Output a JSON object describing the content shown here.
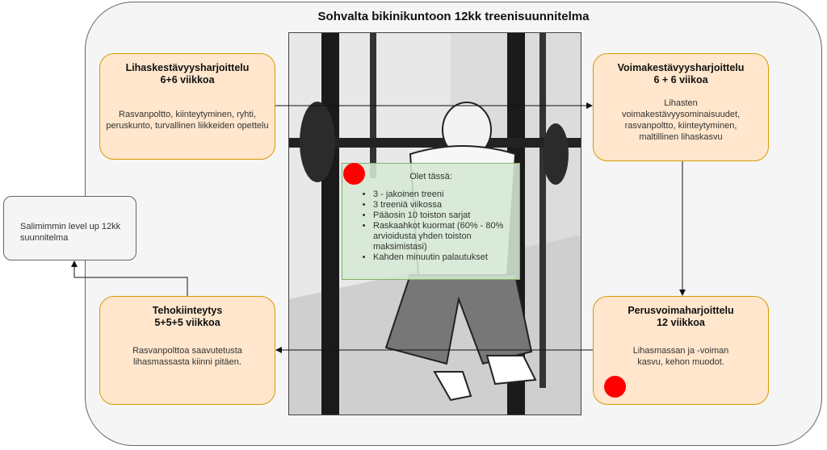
{
  "title": "Sohvalta bikinikuntoon 12kk treenisuunnitelma",
  "boxes": {
    "top_left": {
      "title": "Lihaskestävyysharjoittelu",
      "subtitle": "6+6 viikkoa",
      "body": "Rasvanpoltto, kiinteytyminen, ryhti, peruskunto, turvallinen liikkeiden opettelu"
    },
    "top_right": {
      "title": "Voimakestävyysharjoittelu",
      "subtitle": "6 + 6 viikoa",
      "body": "Lihasten voimakestävyysominaisuudet, rasvanpoltto, kiinteytyminen, maltillinen lihaskasvu"
    },
    "bottom_right": {
      "title": "Perusvoimaharjoittelu",
      "subtitle": "12 viikkoa",
      "body": "Lihasmassan ja -voiman kasvu, kehon muodot."
    },
    "bottom_left": {
      "title": "Tehokiinteytys",
      "subtitle": "5+5+5 viikkoa",
      "body": "Rasvanpolttoa saavutetusta lihasmassasta kiinni pitäen."
    }
  },
  "side_box": "Salimimmin level up 12kk suunnitelma",
  "note": {
    "title": "Olet tässä:",
    "items": [
      "3 - jakoinen treeni",
      "3 treeniä viikossa",
      "Pääosin 10 toiston sarjat",
      "Raskaahkot kuormat (60% - 80% arvioidusta yhden toiston maksimistasi)",
      "Kahden minuutin palautukset"
    ]
  },
  "colors": {
    "box_fill": "#ffe6cc",
    "box_border": "#d79b00",
    "note_fill": "#d5e8d4",
    "marker": "#ff0000"
  }
}
